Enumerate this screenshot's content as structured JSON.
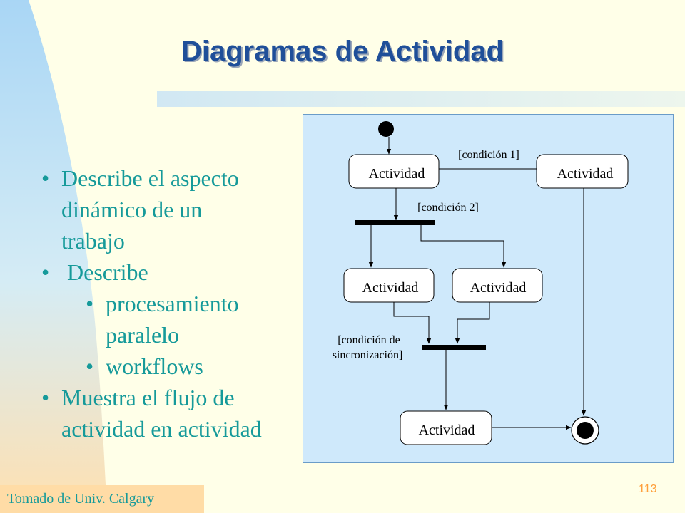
{
  "title": "Diagramas de Actividad",
  "bullets": {
    "items": [
      {
        "bullet": "•",
        "text_lines": [
          "Describe el aspecto",
          "dinámico de un",
          "trabajo"
        ]
      },
      {
        "bullet": "•",
        "text_lines": [
          "Describe"
        ]
      }
    ],
    "subitems": [
      {
        "bullet": "•",
        "text_lines": [
          "procesamiento",
          "paralelo"
        ]
      },
      {
        "bullet": "•",
        "text_lines": [
          "workflows"
        ]
      }
    ],
    "last_item": {
      "bullet": "•",
      "text_lines": [
        "Muestra el flujo de",
        "actividad en actividad"
      ]
    }
  },
  "diagram": {
    "activity_label": "Actividad",
    "cond1": "[condición 1]",
    "cond2": "[condición 2]",
    "sync_line1": "[condición de",
    "sync_line2": "sincronización]",
    "panel_color": "#cfe9fb"
  },
  "footer": {
    "source": "Tomado de Univ. Calgary",
    "page_number": "113"
  },
  "colors": {
    "title": "#1f4f99",
    "body_text": "#169a9a",
    "page_number": "#ff9f3a",
    "footer_bg": "#ffdca6",
    "left_band": "#bfe1f7"
  }
}
